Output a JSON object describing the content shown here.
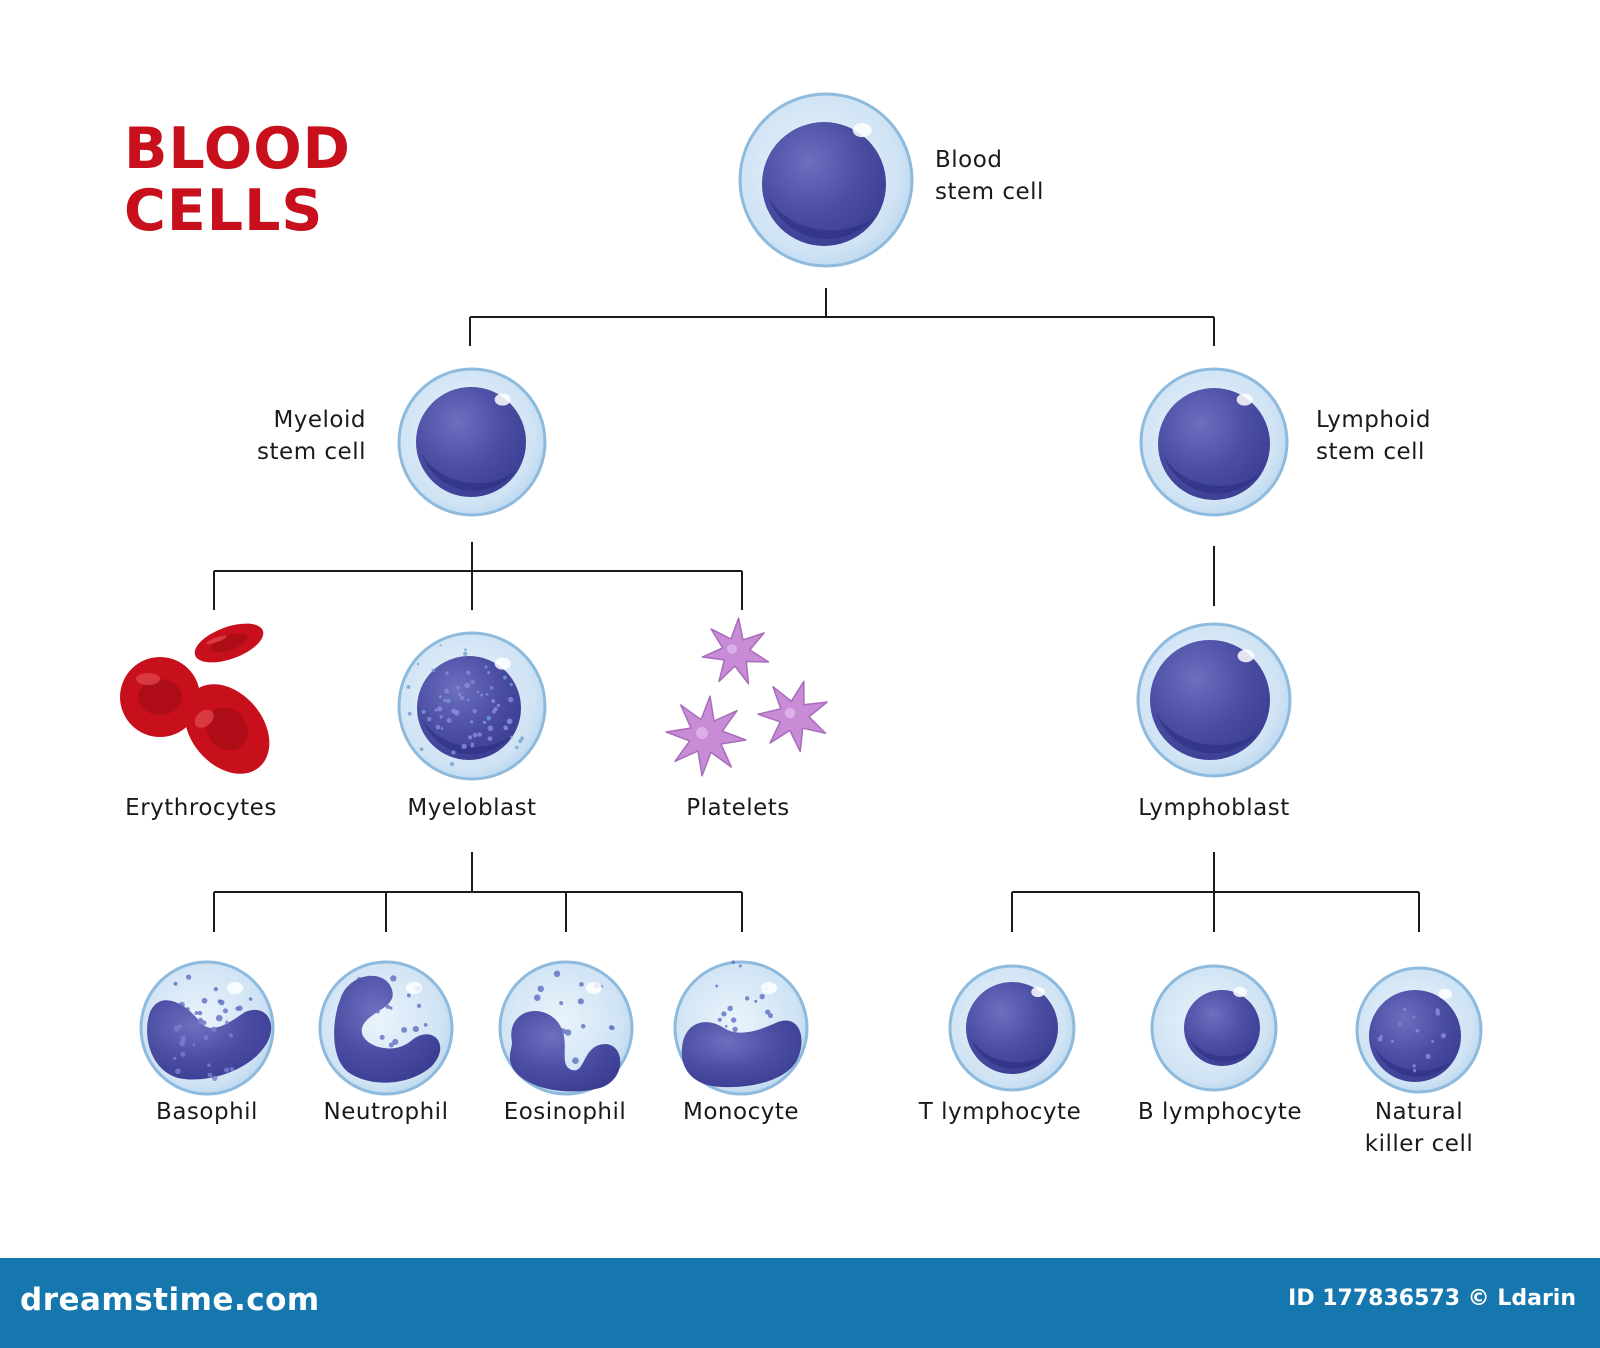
{
  "title": {
    "line1": "BLOOD",
    "line2": "CELLS"
  },
  "colors": {
    "title_red": "#c8101c",
    "cell_membrane": "#cfe3f4",
    "cell_membrane_edge": "#8dbadd",
    "nucleus": "#3a3d92",
    "erythrocyte": "#c8101c",
    "platelet": "#c88bd6",
    "footer_bar": "#1577ad",
    "connector": "#1a1a1a"
  },
  "cells": {
    "stem": {
      "label_line1": "Blood",
      "label_line2": "stem cell"
    },
    "myeloid": {
      "label_line1": "Myeloid",
      "label_line2": "stem cell"
    },
    "lymphoid": {
      "label_line1": "Lymphoid",
      "label_line2": "stem cell"
    },
    "erythrocytes": {
      "label": "Erythrocytes"
    },
    "myeloblast": {
      "label": "Myeloblast"
    },
    "platelets": {
      "label": "Platelets"
    },
    "lymphoblast": {
      "label": "Lymphoblast"
    },
    "basophil": {
      "label": "Basophil"
    },
    "neutrophil": {
      "label": "Neutrophil"
    },
    "eosinophil": {
      "label": "Eosinophil"
    },
    "monocyte": {
      "label": "Monocyte"
    },
    "t_lymphocyte": {
      "label": "T lymphocyte"
    },
    "b_lymphocyte": {
      "label": "B lymphocyte"
    },
    "nk_cell": {
      "label_line1": "Natural",
      "label_line2": "killer cell"
    }
  },
  "footer": {
    "brand": "dreamstime.com",
    "credit": "ID 177836573 © Ldarin"
  }
}
